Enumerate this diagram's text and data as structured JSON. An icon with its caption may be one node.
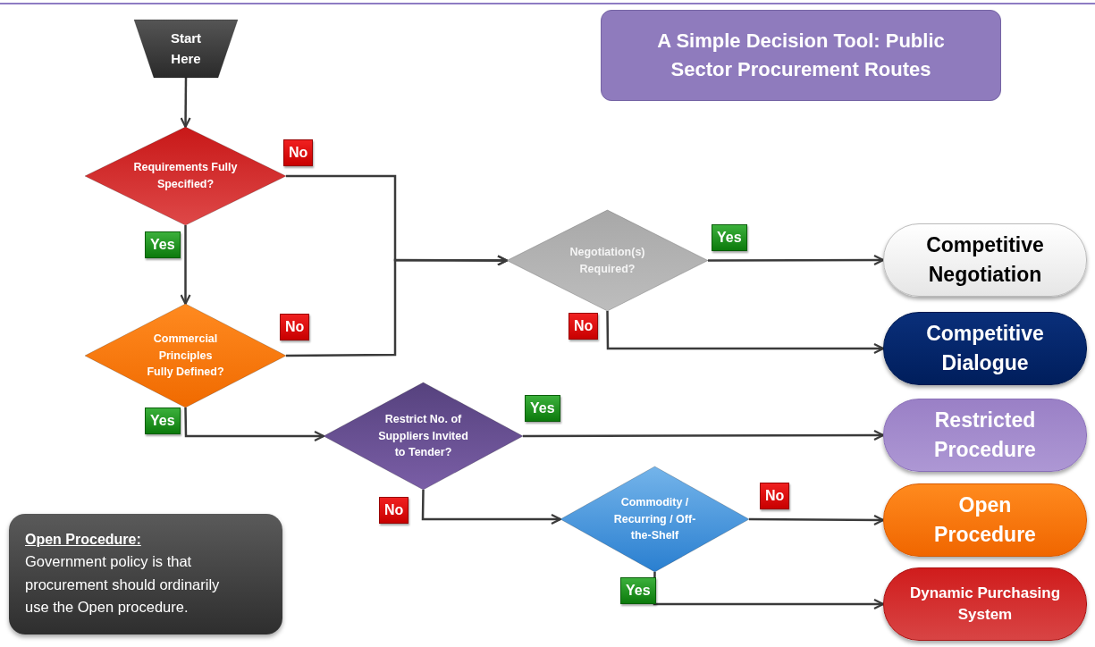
{
  "diagram": {
    "title": "A Simple Decision Tool: Public Sector Procurement Routes",
    "nodes": [
      {
        "text": [
          "Start Here"
        ]
      },
      {
        "text": [
          "Requirements Fully Specified?"
        ]
      },
      {
        "text": [
          "Commercial Principles Fully Defined?"
        ]
      },
      {
        "text": [
          "Negotiation(s) Required?"
        ]
      },
      {
        "text": [
          "Restrict  No. of Suppliers Invited to Tender?"
        ]
      },
      {
        "text": [
          "Commodity / Recurring / Off-the-Shelf"
        ]
      },
      {
        "text": [
          "Competitive Negotiation"
        ]
      },
      {
        "text": [
          "Competitive Dialogue"
        ]
      },
      {
        "text": [
          "Restricted Procedure"
        ]
      },
      {
        "text": [
          "Open Procedure"
        ]
      },
      {
        "text": [
          "Dynamic Purchasing System"
        ]
      },
      {
        "text": [
          "Open Procedure:",
          "Government policy is that procurement should ordinarily use the Open procedure."
        ]
      }
    ],
    "edges": [
      {
        "from": 0,
        "to": 1,
        "arrow": "to"
      },
      {
        "from": 1,
        "to": 3,
        "arrow": "to",
        "label": "No"
      },
      {
        "from": 1,
        "to": 2,
        "arrow": "to",
        "label": "Yes"
      },
      {
        "from": 2,
        "to": 3,
        "arrow": "to",
        "label": "No"
      },
      {
        "from": 2,
        "to": 4,
        "arrow": "to",
        "label": "Yes"
      },
      {
        "from": 3,
        "to": 6,
        "arrow": "to",
        "label": "Yes"
      },
      {
        "from": 3,
        "to": 7,
        "arrow": "to",
        "label": "No"
      },
      {
        "from": 4,
        "to": 8,
        "arrow": "to",
        "label": "Yes"
      },
      {
        "from": 4,
        "to": 5,
        "arrow": "to",
        "label": "No"
      },
      {
        "from": 5,
        "to": 9,
        "arrow": "to",
        "label": "No"
      },
      {
        "from": 5,
        "to": 10,
        "arrow": "to",
        "label": "Yes"
      }
    ]
  }
}
